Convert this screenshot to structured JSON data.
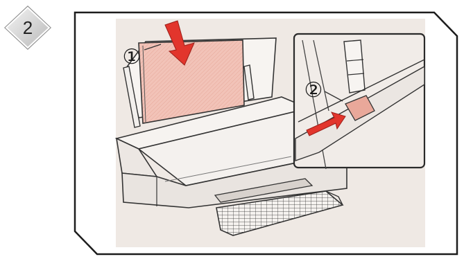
{
  "step": {
    "number": "2"
  },
  "callouts": {
    "load_paper": "①",
    "slide_guide": "②"
  },
  "colors": {
    "frame": "#1c1c1c",
    "illustration_bg": "#efe9e4",
    "paper_fill": "#f2c3b8",
    "arrow_red": "#e2352c",
    "badge_gray": "#c9c9c9"
  },
  "icons": {
    "step_badge": "diamond-badge",
    "arrow": "red-arrow"
  }
}
